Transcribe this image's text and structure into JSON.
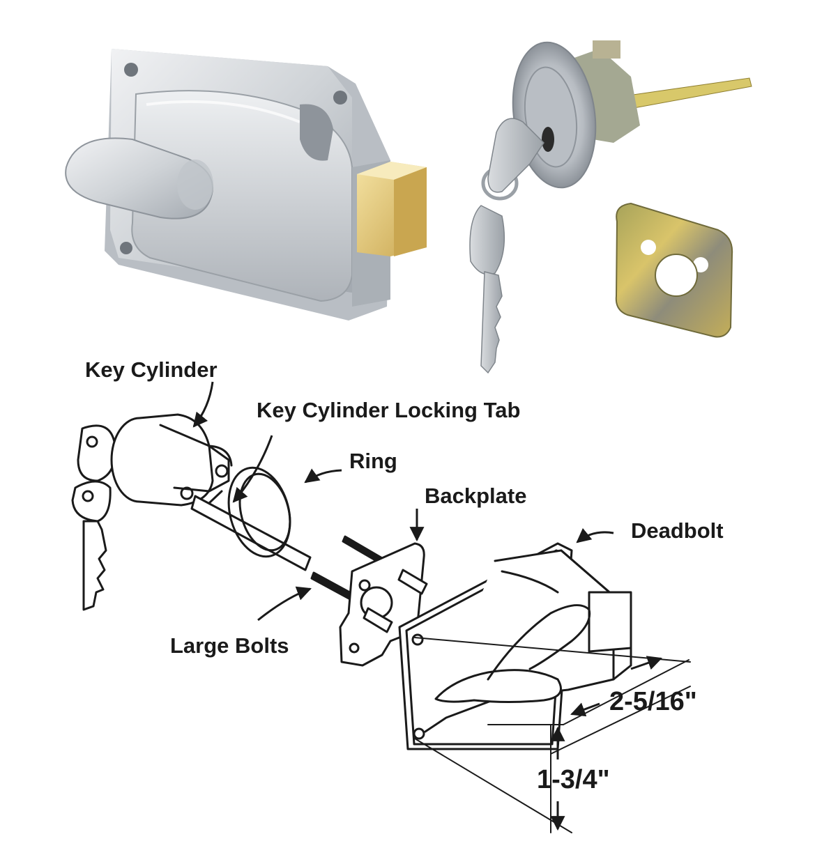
{
  "labels": {
    "key_cylinder": "Key Cylinder",
    "locking_tab": "Key Cylinder Locking Tab",
    "ring": "Ring",
    "backplate": "Backplate",
    "deadbolt": "Deadbolt",
    "large_bolts": "Large Bolts",
    "dim_depth": "2-5/16\"",
    "dim_height": "1-3/4\""
  },
  "colors": {
    "silver_light": "#e6e8eb",
    "silver_mid": "#c4c8cd",
    "silver_dark": "#8e949b",
    "brass": "#e8cd7a",
    "brass_dark": "#b89740",
    "zinc_plate": "#c9b35a",
    "line": "#1a1a1a"
  },
  "icons": {
    "lock_body": "rim-deadbolt-lock-body",
    "cylinder": "key-cylinder-with-keys",
    "plate": "backplate-photo"
  }
}
